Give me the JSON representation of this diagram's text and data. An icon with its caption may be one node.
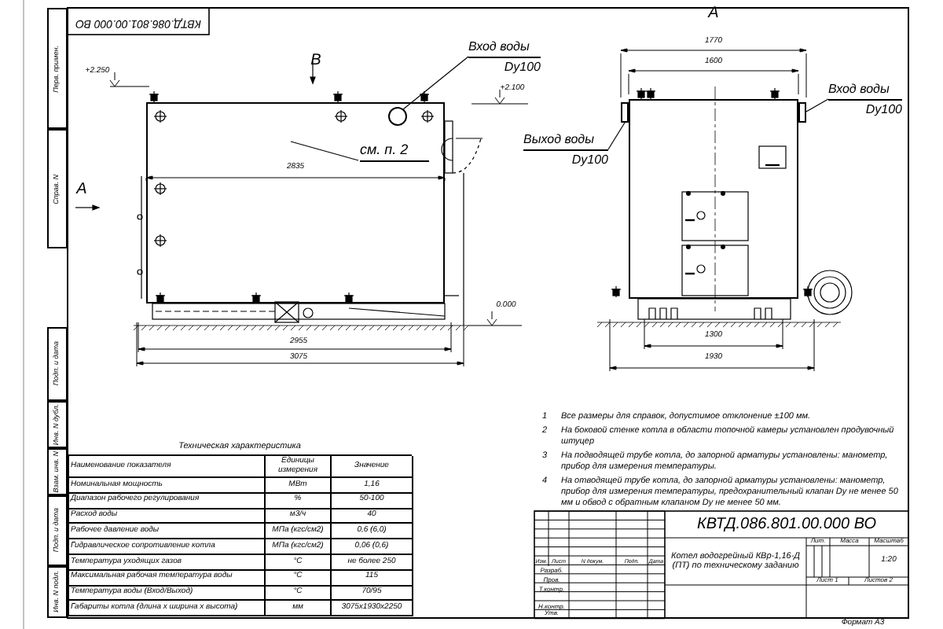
{
  "diagram": {
    "nodes": [
      {
        "text": [],
        "shape": "box"
      },
      {
        "text": [],
        "shape": "circle",
        "in": 0
      },
      {
        "text": [
          "Вход воды",
          "Dy100"
        ]
      },
      {
        "text": [
          "см. п. 2"
        ],
        "in": 0
      },
      {
        "text": [],
        "shape": "box"
      },
      {
        "text": [],
        "shape": "box"
      },
      {
        "text": [],
        "shape": "box"
      },
      {
        "text": [
          "Выход воды",
          "Dy100"
        ]
      },
      {
        "text": [
          "Вход воды",
          "Dy100"
        ]
      }
    ],
    "edges": [
      {
        "from": 2,
        "to": 1,
        "arrow": "none"
      },
      {
        "from": 3,
        "to": 0,
        "arrow": "none"
      },
      {
        "from": 7,
        "to": 5,
        "arrow": "none"
      },
      {
        "from": 8,
        "to": 6,
        "arrow": "none"
      }
    ],
    "labels": [
      "В",
      "+2.250",
      "+2.100",
      "А",
      "2835",
      "0.000",
      "2955",
      "3075",
      "А",
      "1770",
      "1600",
      "1300",
      "1930",
      "КВТД.086.801.00.000 ВО",
      "Перв. примен.",
      "Справ. N",
      "Подп. и дата",
      "Инв. N дубл.",
      "Взам. инв. N",
      "Подп. и дата",
      "Инв. N подл.",
      "Техническая характеристика",
      "Наименование показателя",
      "Единицы измерения",
      "Значение",
      "Номинальная мощность",
      "МВт",
      "1,16",
      "Диапазон рабочего регулирования",
      "%",
      "50-100",
      "Расход воды",
      "м3/ч",
      "40",
      "Рабочее давление воды",
      "МПа (кгс/см2)",
      "0,6 (6,0)",
      "Гидравлическое сопротивление котла",
      "МПа (кгс/см2)",
      "0,06 (0,6)",
      "Температура уходящих газов",
      "°С",
      "не более 250",
      "Максимальная рабочая температура воды",
      "°С",
      "115",
      "Температура воды (Вход/Выход)",
      "°С",
      "70/95",
      "Габариты котла (длина х ширина х высота)",
      "мм",
      "3075х1930х2250",
      "1",
      "Все размеры для справок, допустимое отклонение ±100 мм.",
      "2",
      "На боковой стенке котла в области топочной камеры установлен продувочный штуцер",
      "3",
      "На подводящей трубе котла, до запорной арматуры установлены: манометр, прибор для измерения температуры.",
      "4",
      "На отводящей трубе котла, до запорной арматуры установлены: манометр, прибор для измерения температуры, предохранительный клапан Dу не менее 50 мм и обвод с обратным клапаном Dу не менее 50 мм.",
      "КВТД.086.801.00.000 ВО",
      "Котел водогрейный КВр-1,16-Д (ПТ) по техническому заданию",
      "Изм.",
      "Лист",
      "N докум.",
      "Подп.",
      "Дата",
      "Разраб.",
      "Пров.",
      "Т.контр.",
      "Н.контр.",
      "Утв.",
      "Лит.",
      "Масса",
      "Масштаб",
      "1:20",
      "Лист 1",
      "Листов 2",
      "Формат А3"
    ]
  }
}
